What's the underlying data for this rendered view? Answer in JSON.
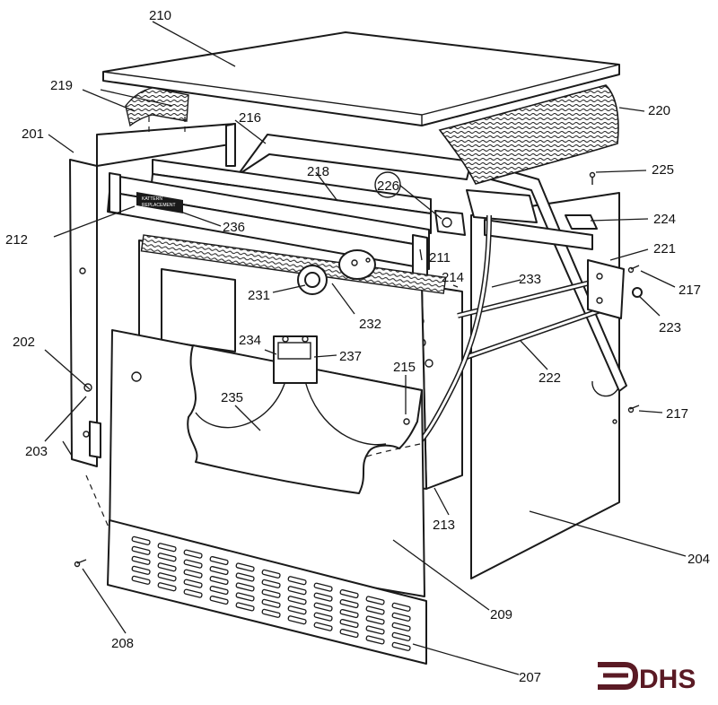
{
  "colors": {
    "ink": "#1a1a1a",
    "logo": "#5a1a24",
    "paper": "#ffffff"
  },
  "logo": {
    "text": "DHS",
    "icon": "dhs-arrow-icon"
  },
  "plate_label": {
    "line1": "KATTERN",
    "line2": "REPLACEMENT"
  },
  "callouts": {
    "c210": "210",
    "c219": "219",
    "c220": "220",
    "c201": "201",
    "c216": "216",
    "c218": "218",
    "c225": "225",
    "c226": "226",
    "c212": "212",
    "c236": "236",
    "c224": "224",
    "c221": "221",
    "c211": "211",
    "c214": "214",
    "c233": "233",
    "c217a": "217",
    "c231": "231",
    "c232": "232",
    "c223": "223",
    "c202": "202",
    "c234": "234",
    "c237": "237",
    "c215": "215",
    "c222": "222",
    "c235": "235",
    "c203": "203",
    "c217b": "217",
    "c213": "213",
    "c204": "204",
    "c209": "209",
    "c208": "208",
    "c207": "207"
  }
}
